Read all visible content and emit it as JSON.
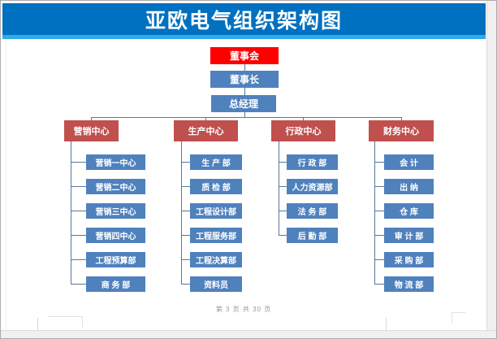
{
  "title": "亚欧电气组织架构图",
  "org": {
    "root": "董事会",
    "chairman": "董事长",
    "general_manager": "总经理",
    "branches": [
      {
        "head": "营销中心",
        "children": [
          "营销一中心",
          "营销二中心",
          "营销三中心",
          "营销四中心",
          "工程预算部",
          "商 务 部"
        ]
      },
      {
        "head": "生产中心",
        "children": [
          "生 产 部",
          "质 检 部",
          "工程设计部",
          "工程服务部",
          "工程决算部",
          "资料员"
        ]
      },
      {
        "head": "行政中心",
        "children": [
          "行 政 部",
          "人力资源部",
          "法 务 部",
          "后 勤 部"
        ]
      },
      {
        "head": "财务中心",
        "children": [
          "会 计",
          "出 纳",
          "仓 库",
          "审 计 部",
          "采 购 部",
          "物 流 部"
        ]
      }
    ]
  },
  "footer": {
    "page_info": "第 3 页 共 30 页"
  },
  "colors": {
    "banner_blue": "#0070C0",
    "banner_strip": "#2EACE3",
    "root_red": "#FE0000",
    "branch_red": "#C0504D",
    "node_blue": "#4F81BD",
    "connector": "#56789B",
    "footer_gray": "#9A9A9A"
  }
}
